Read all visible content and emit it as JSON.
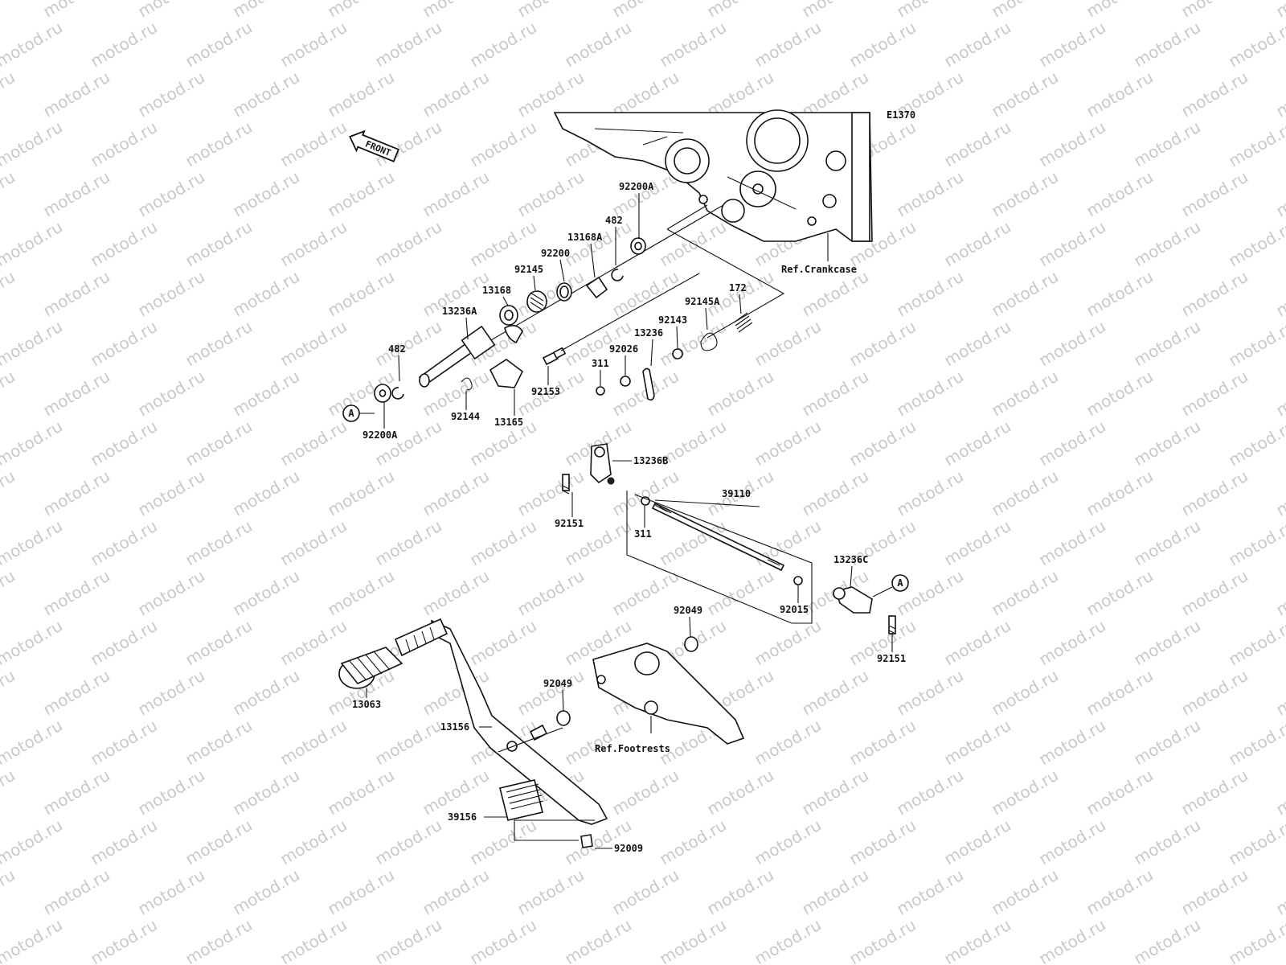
{
  "watermark": "motod.ru",
  "diagram_id": "E1370",
  "front_arrow": "FRONT",
  "refs": {
    "crankcase": "Ref.Crankcase",
    "footrests": "Ref.Footrests"
  },
  "callout_marker": "A",
  "part_labels": {
    "p92200A_top": "92200A",
    "p482_top": "482",
    "p13168A": "13168A",
    "p92200": "92200",
    "p92145": "92145",
    "p13168": "13168",
    "p13236A": "13236A",
    "p482_left": "482",
    "p92200A_left": "92200A",
    "p92144": "92144",
    "p13165": "13165",
    "p92153": "92153",
    "p311_top": "311",
    "p92026": "92026",
    "p13236": "13236",
    "p92143": "92143",
    "p92145A": "92145A",
    "p172": "172",
    "p13236B": "13236B",
    "p92151_left": "92151",
    "p39110": "39110",
    "p311_mid": "311",
    "p13236C": "13236C",
    "p92015": "92015",
    "p92151_right": "92151",
    "p92049_top": "92049",
    "p92049_mid": "92049",
    "p13063": "13063",
    "p13156": "13156",
    "p39156": "39156",
    "p92009": "92009"
  }
}
